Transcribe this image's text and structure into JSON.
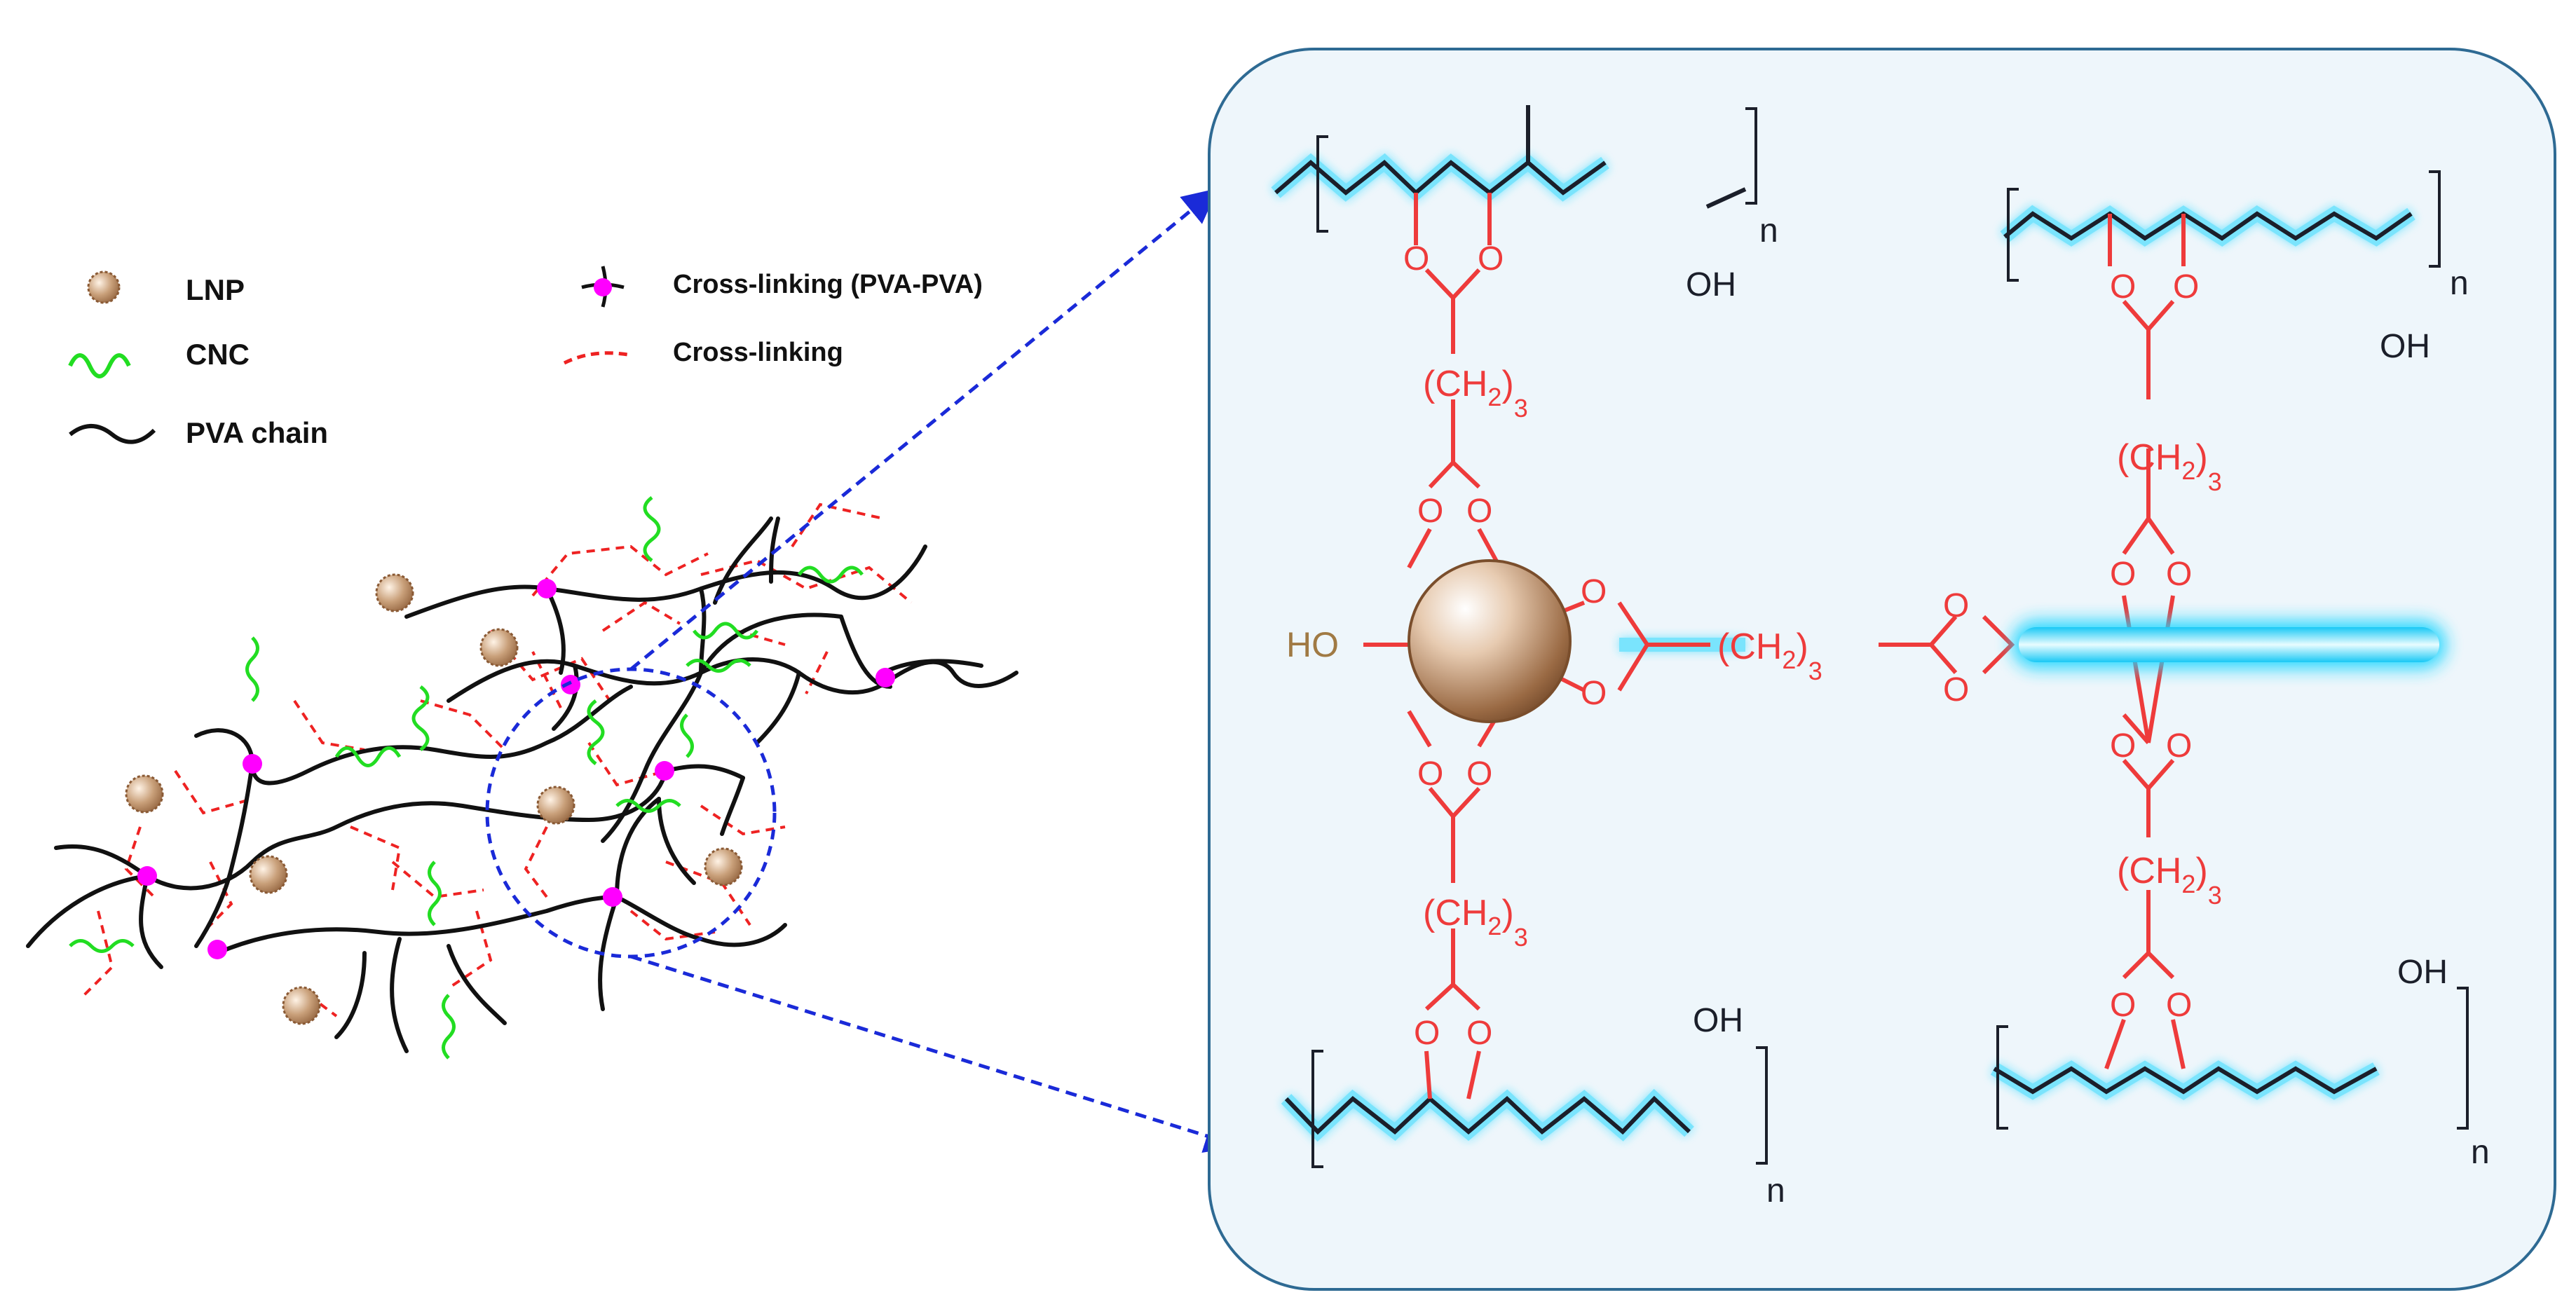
{
  "colors": {
    "pva_chain": "#111111",
    "cnc": "#22dd22",
    "crosslink_node": "#ff00ff",
    "crosslink_dash": "#ee2222",
    "lnp_particle": "#a87a52",
    "arrow": "#1a2ad8",
    "panel_border": "#2e6a93",
    "panel_fill": "#eef6fb",
    "bond_red": "#ee3b3b",
    "bond_dark": "#1b1f2a",
    "glow": "#1ad6ff"
  },
  "legend": {
    "lnp": "LNP",
    "cnc": "CNC",
    "pva_chain": "PVA chain",
    "crosslinking_pva": "Cross-linking (PVA-PVA)",
    "crosslinking": "Cross-linking"
  },
  "structure": {
    "ho": "HO",
    "oh": "OH",
    "o": "O",
    "repeat_n": "n",
    "ch2": "(CH",
    "ch2_close": ")",
    "sub2": "2",
    "sub3": "3"
  },
  "icons": [
    "lnp-particle-icon",
    "cnc-wave-icon",
    "pva-chain-icon",
    "crosslink-node-icon",
    "crosslink-dash-icon"
  ]
}
